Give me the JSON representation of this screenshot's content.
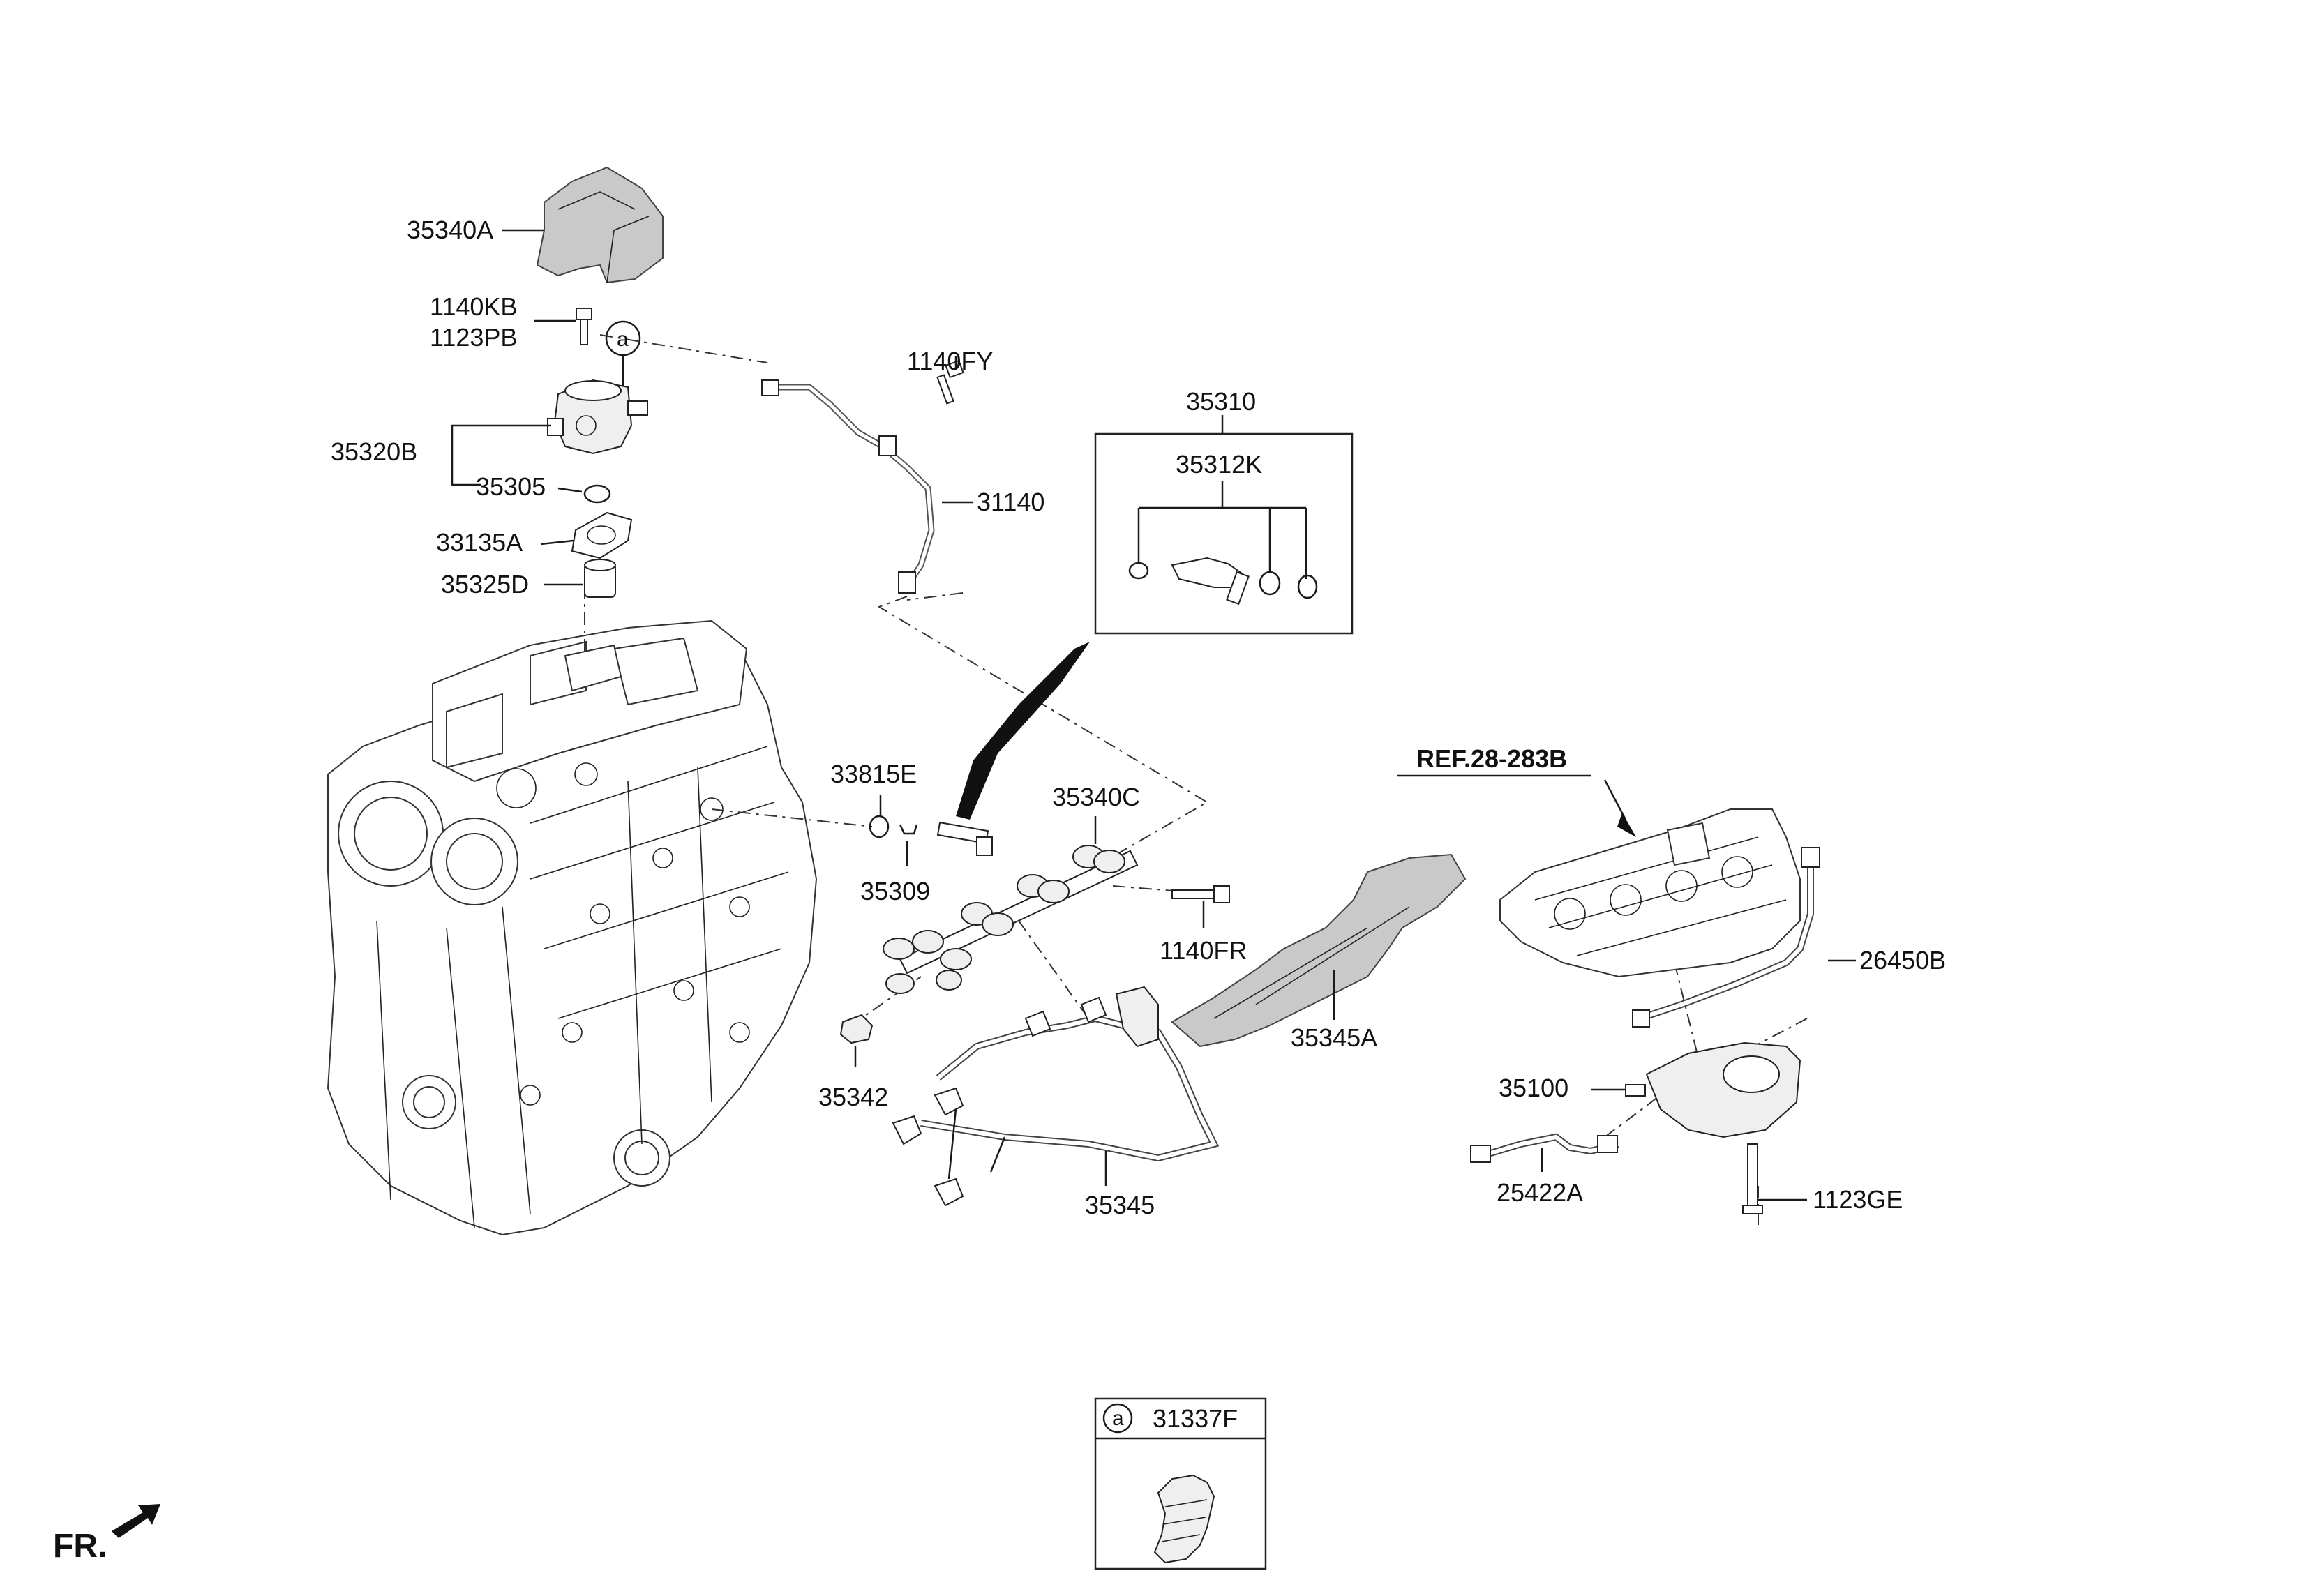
{
  "parts": [
    {
      "id": "p35340A",
      "label": "35340A"
    },
    {
      "id": "p1140KB",
      "label": "1140KB"
    },
    {
      "id": "p1123PB",
      "label": "1123PB"
    },
    {
      "id": "p35320B",
      "label": "35320B"
    },
    {
      "id": "p35305",
      "label": "35305"
    },
    {
      "id": "p33135A",
      "label": "33135A"
    },
    {
      "id": "p35325D",
      "label": "35325D"
    },
    {
      "id": "p1140FY",
      "label": "1140FY"
    },
    {
      "id": "p31140",
      "label": "31140"
    },
    {
      "id": "p35310",
      "label": "35310"
    },
    {
      "id": "p35312K",
      "label": "35312K"
    },
    {
      "id": "p33815E",
      "label": "33815E"
    },
    {
      "id": "p35309",
      "label": "35309"
    },
    {
      "id": "p35340C",
      "label": "35340C"
    },
    {
      "id": "p1140FR",
      "label": "1140FR"
    },
    {
      "id": "p35342",
      "label": "35342"
    },
    {
      "id": "p35345",
      "label": "35345"
    },
    {
      "id": "p35345A",
      "label": "35345A"
    },
    {
      "id": "p26450B",
      "label": "26450B"
    },
    {
      "id": "p35100",
      "label": "35100"
    },
    {
      "id": "p25422A",
      "label": "25422A"
    },
    {
      "id": "p1123GE",
      "label": "1123GE"
    },
    {
      "id": "p31337F",
      "label": "31337F"
    }
  ],
  "reference": {
    "label": "REF.28-283B"
  },
  "callout_marker": {
    "letter": "a"
  },
  "front_indicator": {
    "label": "FR."
  }
}
